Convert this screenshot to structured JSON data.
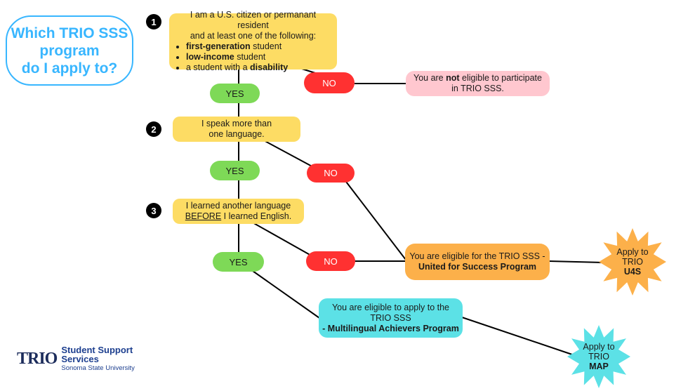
{
  "title": {
    "line1": "Which TRIO SSS",
    "line2": "program",
    "line3": "do I apply to?"
  },
  "steps": {
    "n1": "1",
    "n2": "2",
    "n3": "3"
  },
  "q1": {
    "intro1": "I am a U.S. citizen or permanant resident",
    "intro2": "and at least one of the following:",
    "item1_bold": "first-generation",
    "item1_rest": " student",
    "item2_bold": "low-income",
    "item2_rest": " student",
    "item3_pre": "a student with a ",
    "item3_bold": "disability"
  },
  "q2": {
    "line1": "I speak more than",
    "line2": "one language."
  },
  "q3": {
    "line1": "I learned another language",
    "line2_under": "BEFORE",
    "line2_rest": " I learned English."
  },
  "labels": {
    "yes": "YES",
    "no": "NO"
  },
  "not_eligible": {
    "pre": "You are ",
    "bold": "not",
    "post": " eligible to participate",
    "line2": "in TRIO SSS."
  },
  "u4s_box": {
    "line1": "You are eligible for the TRIO SSS -",
    "line2": "United for Success Program"
  },
  "map_box": {
    "line1": "You are eligible to apply to the",
    "line2": "TRIO SSS",
    "line3": "-  Multilingual Achievers Program"
  },
  "u4s_star": {
    "line1": "Apply to",
    "line2": "TRIO",
    "line3": "U4S"
  },
  "map_star": {
    "line1": "Apply to",
    "line2": "TRIO",
    "line3": "MAP"
  },
  "logo": {
    "mark": "TRIO",
    "line1": "Student Support",
    "line2": "Services",
    "line3": "Sonoma State University"
  },
  "colors": {
    "title_blue": "#38b6ff",
    "question_yellow": "#fddc64",
    "yes_green": "#7ed957",
    "no_red": "#ff3131",
    "ineligible_pink": "#ffc7cf",
    "u4s_orange": "#fcb04a",
    "map_cyan": "#5ce1e6",
    "logo_navy": "#1d3f8f"
  }
}
